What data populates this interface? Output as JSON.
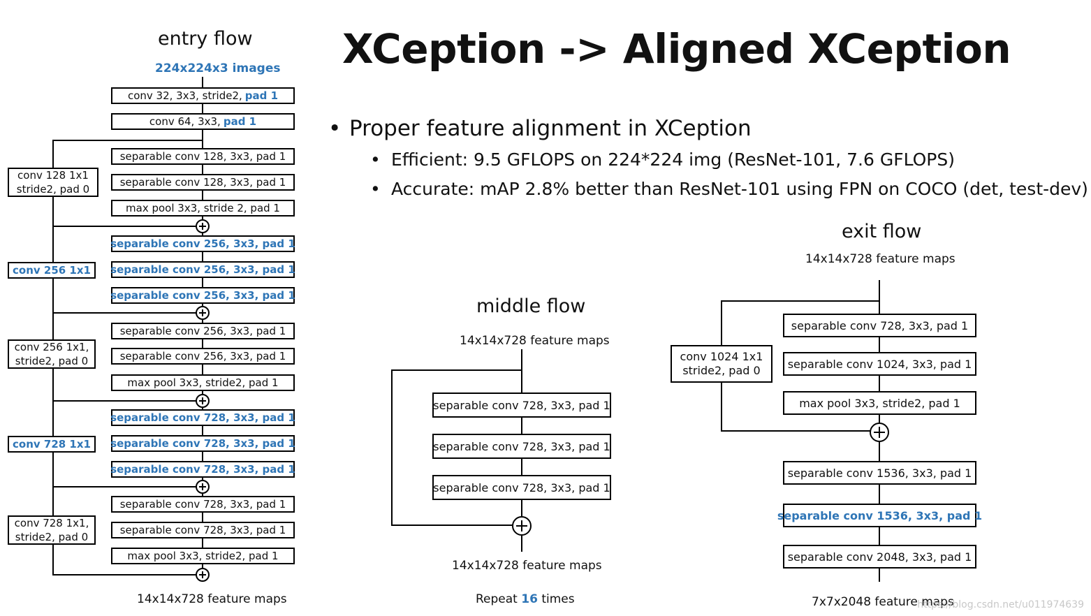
{
  "title": "XCeption -> Aligned XCeption",
  "bullets": {
    "main": "Proper feature alignment in XCeption",
    "sub": [
      "Efficient: 9.5 GFLOPS on 224*224 img (ResNet-101, 7.6 GFLOPS)",
      "Accurate: mAP 2.8% better than ResNet-101 using FPN on COCO (det, test-dev)"
    ]
  },
  "entry_flow": {
    "title": "entry flow",
    "input": "224x224x3 images",
    "conv1": {
      "text": "conv 32, 3x3, stride2, ",
      "pad": "pad 1"
    },
    "conv2": {
      "text": "conv 64, 3x3, ",
      "pad": "pad 1"
    },
    "block1": [
      "separable conv 128, 3x3, pad 1",
      "separable conv 128, 3x3, pad 1",
      "max pool 3x3, stride 2, pad 1"
    ],
    "skip1": [
      "conv 128 1x1",
      "stride2, pad 0"
    ],
    "block2": [
      "separable conv 256, 3x3, pad 1",
      "separable conv 256, 3x3, pad 1",
      "separable conv 256, 3x3, pad 1"
    ],
    "skip2": "conv 256 1x1",
    "block3": [
      "separable conv 256, 3x3, pad 1",
      "separable conv 256, 3x3, pad 1",
      "max pool 3x3, stride2, pad 1"
    ],
    "skip3": [
      "conv 256 1x1,",
      "stride2, pad 0"
    ],
    "block4": [
      "separable conv 728, 3x3, pad 1",
      "separable conv 728, 3x3, pad 1",
      "separable conv 728, 3x3, pad 1"
    ],
    "skip4": "conv 728 1x1",
    "block5": [
      "separable conv 728, 3x3, pad 1",
      "separable conv 728, 3x3, pad 1",
      "max pool 3x3, stride2, pad 1"
    ],
    "skip5": [
      "conv 728 1x1,",
      "stride2, pad 0"
    ],
    "output": "14x14x728 feature maps"
  },
  "middle_flow": {
    "title": "middle flow",
    "input": "14x14x728 feature maps",
    "layers": [
      "separable conv 728, 3x3, pad 1",
      "separable conv 728, 3x3, pad 1",
      "separable conv 728, 3x3, pad 1"
    ],
    "output": "14x14x728 feature maps",
    "repeat_prefix": "Repeat ",
    "repeat_count": "16",
    "repeat_suffix": " times"
  },
  "exit_flow": {
    "title": "exit flow",
    "input": "14x14x728 feature maps",
    "layers": [
      "separable conv 728, 3x3, pad 1",
      "separable conv 1024, 3x3, pad 1",
      "max pool 3x3, stride2, pad 1"
    ],
    "skip": [
      "conv 1024 1x1",
      "stride2, pad 0"
    ],
    "post": [
      "separable conv 1536, 3x3, pad 1",
      "separable conv 1536, 3x3, pad 1",
      "separable conv 2048, 3x3, pad 1"
    ],
    "output": "7x7x2048 feature maps"
  },
  "watermark": "https://blog.csdn.net/u011974639",
  "colors": {
    "highlight": "#2e75b6",
    "line": "#000000"
  }
}
